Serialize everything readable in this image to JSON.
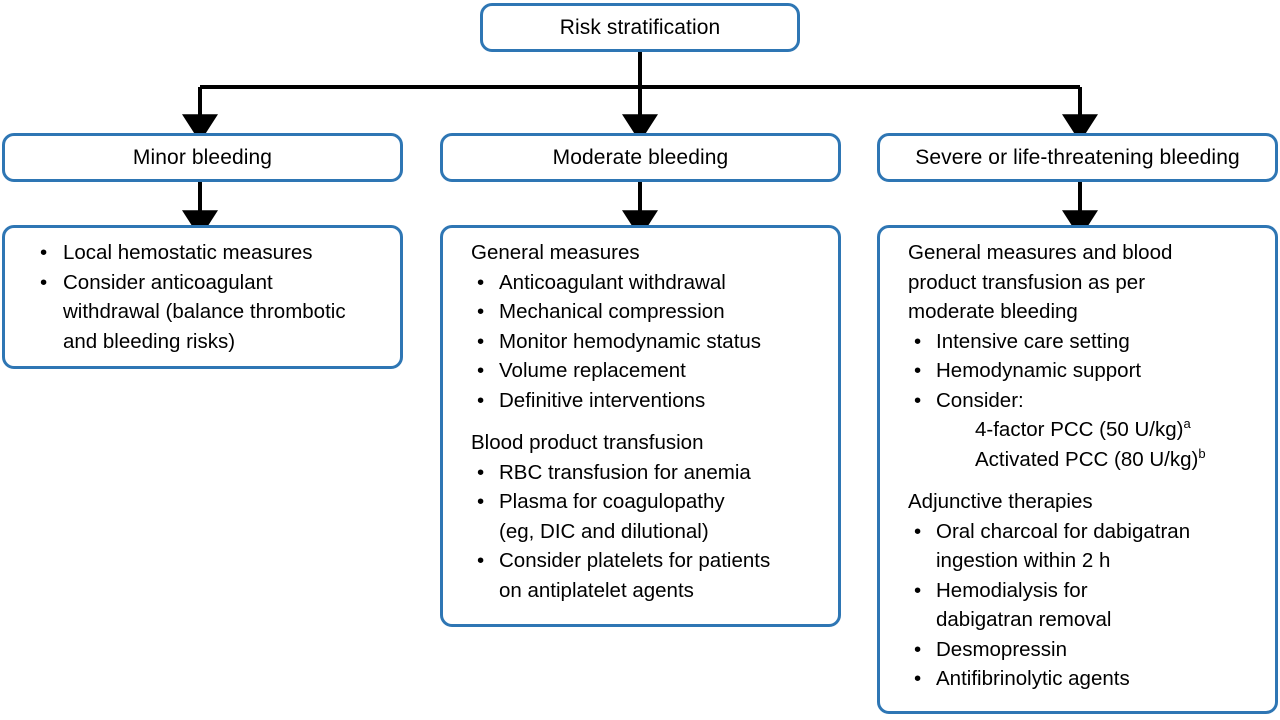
{
  "colors": {
    "box_border": "#2e76b4",
    "connector": "#000000",
    "background": "#ffffff",
    "text": "#000000"
  },
  "root": {
    "title": "Risk stratification"
  },
  "columns": [
    {
      "key": "minor",
      "label": "Minor bleeding",
      "blocks": [
        {
          "type": "bullets",
          "items": [
            "Local hemostatic measures",
            "Consider anticoagulant\nwithdrawal (balance thrombotic\nand bleeding risks)"
          ]
        }
      ]
    },
    {
      "key": "moderate",
      "label": "Moderate bleeding",
      "blocks": [
        {
          "type": "head",
          "text": "General measures"
        },
        {
          "type": "bullets",
          "items": [
            "Anticoagulant withdrawal",
            "Mechanical compression",
            "Monitor hemodynamic status",
            "Volume replacement",
            "Definitive interventions"
          ]
        },
        {
          "type": "spacer"
        },
        {
          "type": "head",
          "text": "Blood product transfusion"
        },
        {
          "type": "bullets",
          "items": [
            "RBC transfusion for anemia",
            "Plasma for coagulopathy\n(eg, DIC and dilutional)",
            "Consider platelets for patients\non antiplatelet agents"
          ]
        }
      ]
    },
    {
      "key": "severe",
      "label": "Severe or life-threatening bleeding",
      "blocks": [
        {
          "type": "head",
          "text": "General measures and blood\nproduct transfusion as per\nmoderate bleeding"
        },
        {
          "type": "bullets",
          "items": [
            "Intensive care setting",
            "Hemodynamic support",
            "Consider:"
          ]
        },
        {
          "type": "subline",
          "text": "4-factor PCC (50 U/kg)",
          "sup": "a"
        },
        {
          "type": "subline",
          "text": "Activated PCC (80 U/kg)",
          "sup": "b"
        },
        {
          "type": "spacer"
        },
        {
          "type": "head",
          "text": "Adjunctive therapies"
        },
        {
          "type": "bullets",
          "items": [
            "Oral charcoal for dabigatran\ningestion within 2 h",
            "Hemodialysis for\ndabigatran removal",
            "Desmopressin",
            "Antifibrinolytic agents"
          ]
        }
      ]
    }
  ]
}
